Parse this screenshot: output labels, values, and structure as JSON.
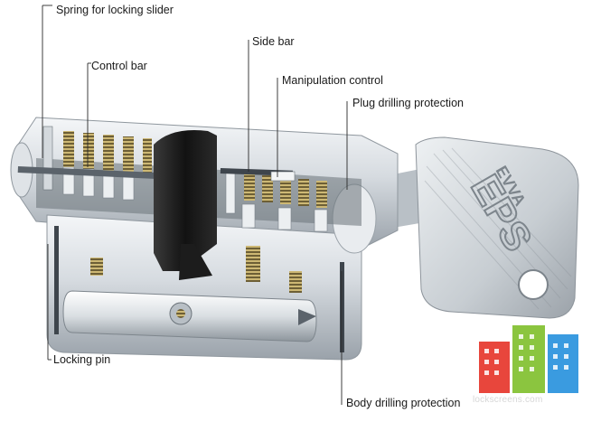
{
  "labels": {
    "spring": "Spring for locking slider",
    "control_bar": "Control bar",
    "side_bar": "Side bar",
    "manipulation": "Manipulation control",
    "plug_drilling": "Plug drilling protection",
    "locking_pin": "Locking pin",
    "body_drilling": "Body drilling protection"
  },
  "key_brand": "EVVA",
  "key_system": "EPS",
  "watermark": "lockscreens.com",
  "colors": {
    "metal_light": "#e8ecef",
    "metal_mid": "#b9c0c6",
    "metal_dark": "#5b636b",
    "cam_black": "#1f1f1f",
    "spring_brass": "#b8a25e",
    "label_text": "#1a1a1a",
    "leader_line": "#2a2a2a",
    "logo_red": "#e8463c",
    "logo_green": "#8bc53f",
    "logo_blue": "#3a9be0"
  },
  "icons": [
    "cylinder-lock-cutaway",
    "key-icon",
    "building-logo-icon"
  ]
}
